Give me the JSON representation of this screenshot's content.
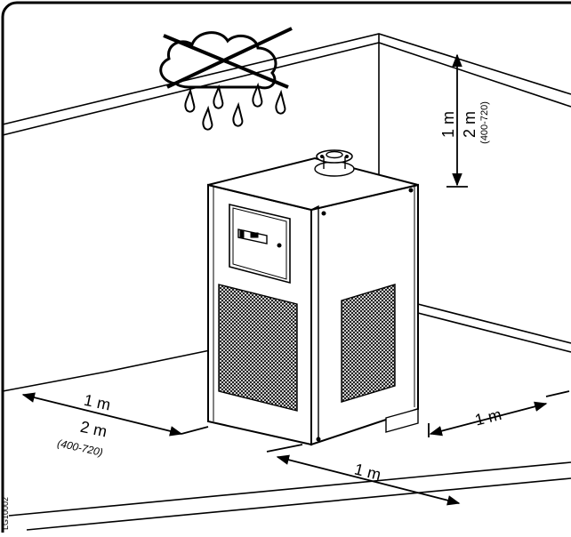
{
  "dimensions": {
    "ceiling": {
      "min": "1 m",
      "rec": "2 m",
      "range": "(400-720)"
    },
    "left_wall": {
      "min": "1 m",
      "rec": "2 m",
      "range": "(400-720)"
    },
    "front": {
      "value": "1 m"
    },
    "right_wall": {
      "value": "1 m"
    }
  },
  "figure_code": "LG10002",
  "icons": {
    "no_rain": "no-rain-icon",
    "cabinet": "dryer-cabinet"
  },
  "colors": {
    "line": "#000000",
    "background": "#ffffff"
  }
}
